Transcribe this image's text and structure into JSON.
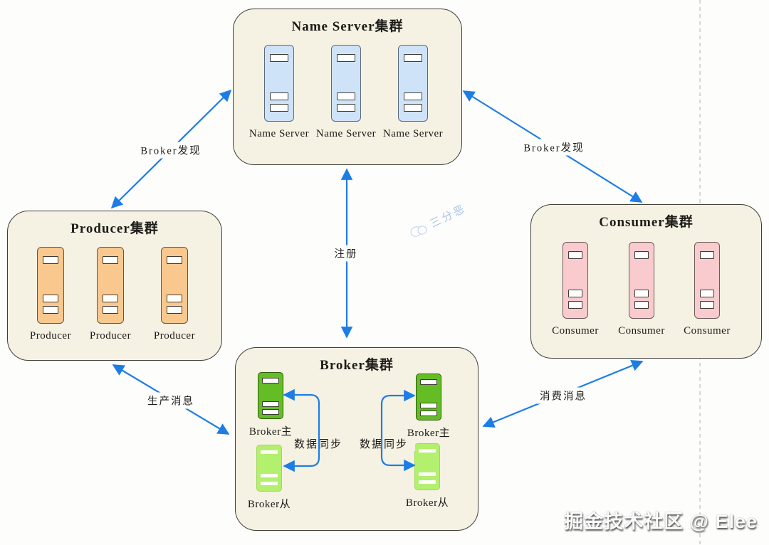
{
  "colors": {
    "arrow_blue": "#1d7de4",
    "cluster_bg": "#f5f1e3",
    "cluster_border": "#3f3e37",
    "name_server_node": "#cfe3f8",
    "producer_node": "#f9c88e",
    "consumer_node": "#f9cbce",
    "broker_master_node": "#64bd24",
    "broker_slave_node": "#b3f06d",
    "dashed_line": "#bdbdbd"
  },
  "clusters": {
    "name_server": {
      "title": "Name Server集群",
      "nodes": [
        "Name Server",
        "Name Server",
        "Name Server"
      ]
    },
    "producer": {
      "title": "Producer集群",
      "nodes": [
        "Producer",
        "Producer",
        "Producer"
      ]
    },
    "consumer": {
      "title": "Consumer集群",
      "nodes": [
        "Consumer",
        "Consumer",
        "Consumer"
      ]
    },
    "broker": {
      "title": "Broker集群",
      "pairs": [
        {
          "master": "Broker主",
          "slave": "Broker从",
          "sync_label": "数据同步"
        },
        {
          "master": "Broker主",
          "slave": "Broker从",
          "sync_label": "数据同步"
        }
      ]
    }
  },
  "edges": {
    "producer_to_nameserver": "Broker发现",
    "consumer_to_nameserver": "Broker发现",
    "broker_to_nameserver": "注册",
    "producer_to_broker": "生产消息",
    "consumer_to_broker": "消费消息"
  },
  "watermark": {
    "text": "三分恶"
  },
  "footer": {
    "credit": "掘金技术社区 @ Elee"
  }
}
